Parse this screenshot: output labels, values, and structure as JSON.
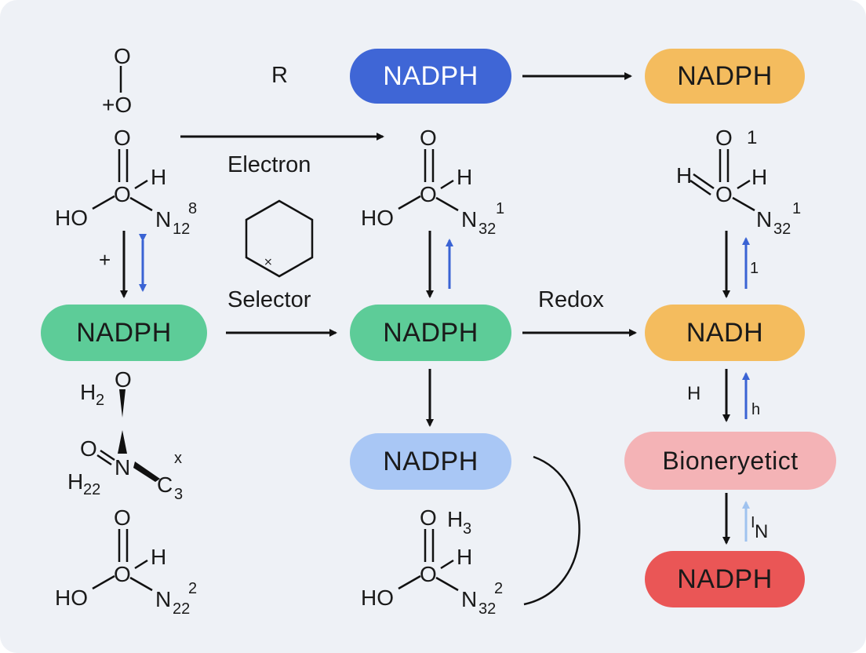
{
  "colors": {
    "blue": "#3f66d6",
    "orange": "#f4bc5e",
    "green": "#5dcc98",
    "light_blue": "#a9c7f5",
    "pink": "#f4b3b6",
    "red": "#ea5656",
    "arrow_black": "#111111",
    "arrow_blue": "#3a63d4",
    "arrow_light_blue": "#9fc2ef"
  },
  "nodes": {
    "top_blue": "NADPH",
    "top_orange": "NADPH",
    "left_green": "NADPH",
    "center_green": "NADPH",
    "right_orange": "NADH",
    "center_light_blue": "NADPH",
    "bioenergetic": "Bioneryetict",
    "bottom_red": "NADPH"
  },
  "labels": {
    "r": "R",
    "electron": "Electron",
    "selector": "Selector",
    "redox": "Redox",
    "plus": "+",
    "h_right": "H",
    "h_small": "h",
    "one": "1",
    "i": "I",
    "n": "N",
    "x": "x",
    "hex_mark": "⨯"
  },
  "molecules": {
    "m1": {
      "o_top": "O",
      "plus_o": "+O"
    },
    "m2": {
      "o": "O",
      "h": "H",
      "ho": "HO",
      "n": "N",
      "sub": "12",
      "sup": "8"
    },
    "m3": {
      "o": "O",
      "h": "H",
      "ho": "HO",
      "n": "N",
      "sub": "32",
      "sup": "1"
    },
    "m4": {
      "o": "O",
      "one": "1",
      "h_left": "H",
      "h": "H",
      "n": "N",
      "sub": "32",
      "sup": "1"
    },
    "m5": {
      "h2": "H",
      "h2_sub": "2",
      "o": "O",
      "o_left": "O",
      "n": "N",
      "h22": "H",
      "h22_sub": "22",
      "c": "C",
      "c_sub": "3"
    },
    "m6": {
      "o": "O",
      "h": "H",
      "ho": "HO",
      "n": "N",
      "sub": "22",
      "sup": "2"
    },
    "m7": {
      "o": "O",
      "h3": "H",
      "h3_sub": "3",
      "h": "H",
      "ho": "HO",
      "n": "N",
      "sub": "32",
      "sup": "2"
    }
  }
}
